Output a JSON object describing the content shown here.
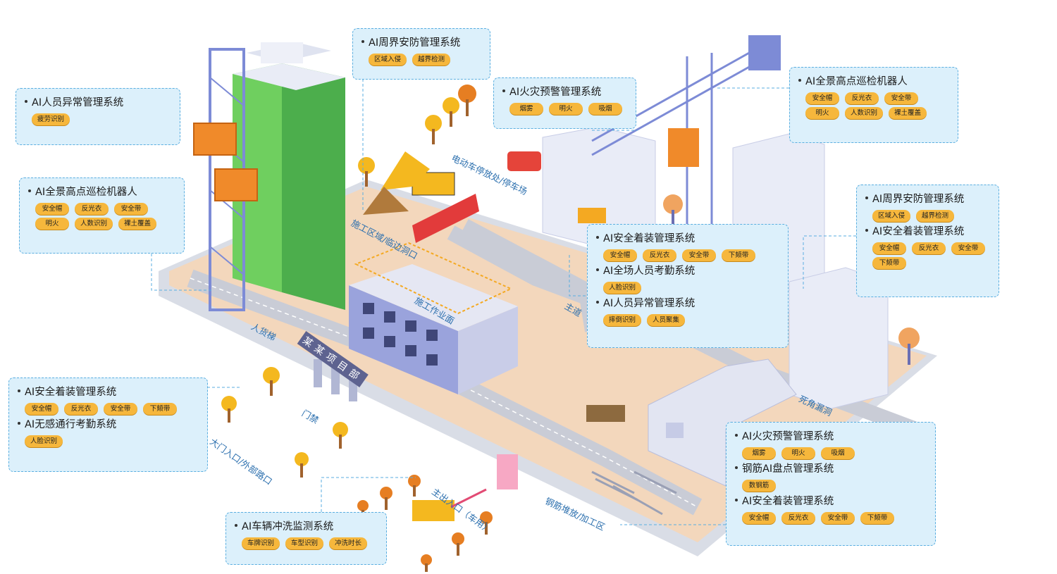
{
  "panels": [
    {
      "systems": [
        {
          "title": "AI周界安防管理系统",
          "tags": [
            "区域入侵",
            "越界检测"
          ]
        }
      ]
    },
    {
      "systems": [
        {
          "title": "AI人员异常管理系统",
          "tags": [
            "疲劳识别"
          ]
        }
      ]
    },
    {
      "systems": [
        {
          "title": "AI火灾预警管理系统",
          "tags": [
            "烟雾",
            "明火",
            "吸烟"
          ]
        }
      ]
    },
    {
      "systems": [
        {
          "title": "AI全景高点巡检机器人",
          "tags": [
            "安全帽",
            "反光衣",
            "安全带",
            "明火",
            "人数识别",
            "裸土覆盖"
          ]
        }
      ]
    },
    {
      "systems": [
        {
          "title": "AI全景高点巡检机器人",
          "tags": [
            "安全帽",
            "反光衣",
            "安全带",
            "明火",
            "人数识别",
            "裸土覆盖"
          ]
        }
      ]
    },
    {
      "systems": [
        {
          "title": "AI周界安防管理系统",
          "tags": [
            "区域入侵",
            "越界检测"
          ]
        },
        {
          "title": "AI安全着装管理系统",
          "tags": [
            "安全帽",
            "反光衣",
            "安全带",
            "下颏带"
          ]
        }
      ]
    },
    {
      "systems": [
        {
          "title": "AI安全着装管理系统",
          "tags": [
            "安全帽",
            "反光衣",
            "安全带",
            "下颏带"
          ]
        },
        {
          "title": "AI全场人员考勤系统",
          "tags": [
            "人脸识别"
          ]
        },
        {
          "title": "AI人员异常管理系统",
          "tags": [
            "摔倒识别",
            "人员聚集"
          ]
        }
      ]
    },
    {
      "systems": [
        {
          "title": "AI安全着装管理系统",
          "tags": [
            "安全帽",
            "反光衣",
            "安全带",
            "下颏带"
          ]
        },
        {
          "title": "AI无感通行考勤系统",
          "tags": [
            "人脸识别"
          ]
        }
      ]
    },
    {
      "systems": [
        {
          "title": "AI火灾预警管理系统",
          "tags": [
            "烟雾",
            "明火",
            "吸烟"
          ]
        },
        {
          "title": "钢筋AI盘点管理系统",
          "tags": [
            "数钢筋"
          ]
        },
        {
          "title": "AI安全着装管理系统",
          "tags": [
            "安全帽",
            "反光衣",
            "安全带",
            "下颏带"
          ]
        }
      ]
    },
    {
      "systems": [
        {
          "title": "AI车辆冲洗监测系统",
          "tags": [
            "车牌识别",
            "车型识别",
            "冲洗时长"
          ]
        }
      ]
    }
  ],
  "map_labels": {
    "ev_parking": "电动车停放处/停车场",
    "construction_zone": "施工区域/临边洞口",
    "work_surface": "施工作业面",
    "main_road": "主道",
    "hoist": "人货梯",
    "gate": "门禁",
    "main_gate": "大门入口/外部路口",
    "main_entrance": "主出入口（车用）",
    "rebar_area": "钢筋堆放/加工区",
    "blind_spot": "死角漏洞",
    "project_office": "某某项目部"
  },
  "colors": {
    "panel_bg": "#dcf0fb",
    "panel_border": "#5aaee0",
    "tag": "#f6b73c",
    "label": "#2b6fae",
    "ground": "#f3d7bc"
  }
}
